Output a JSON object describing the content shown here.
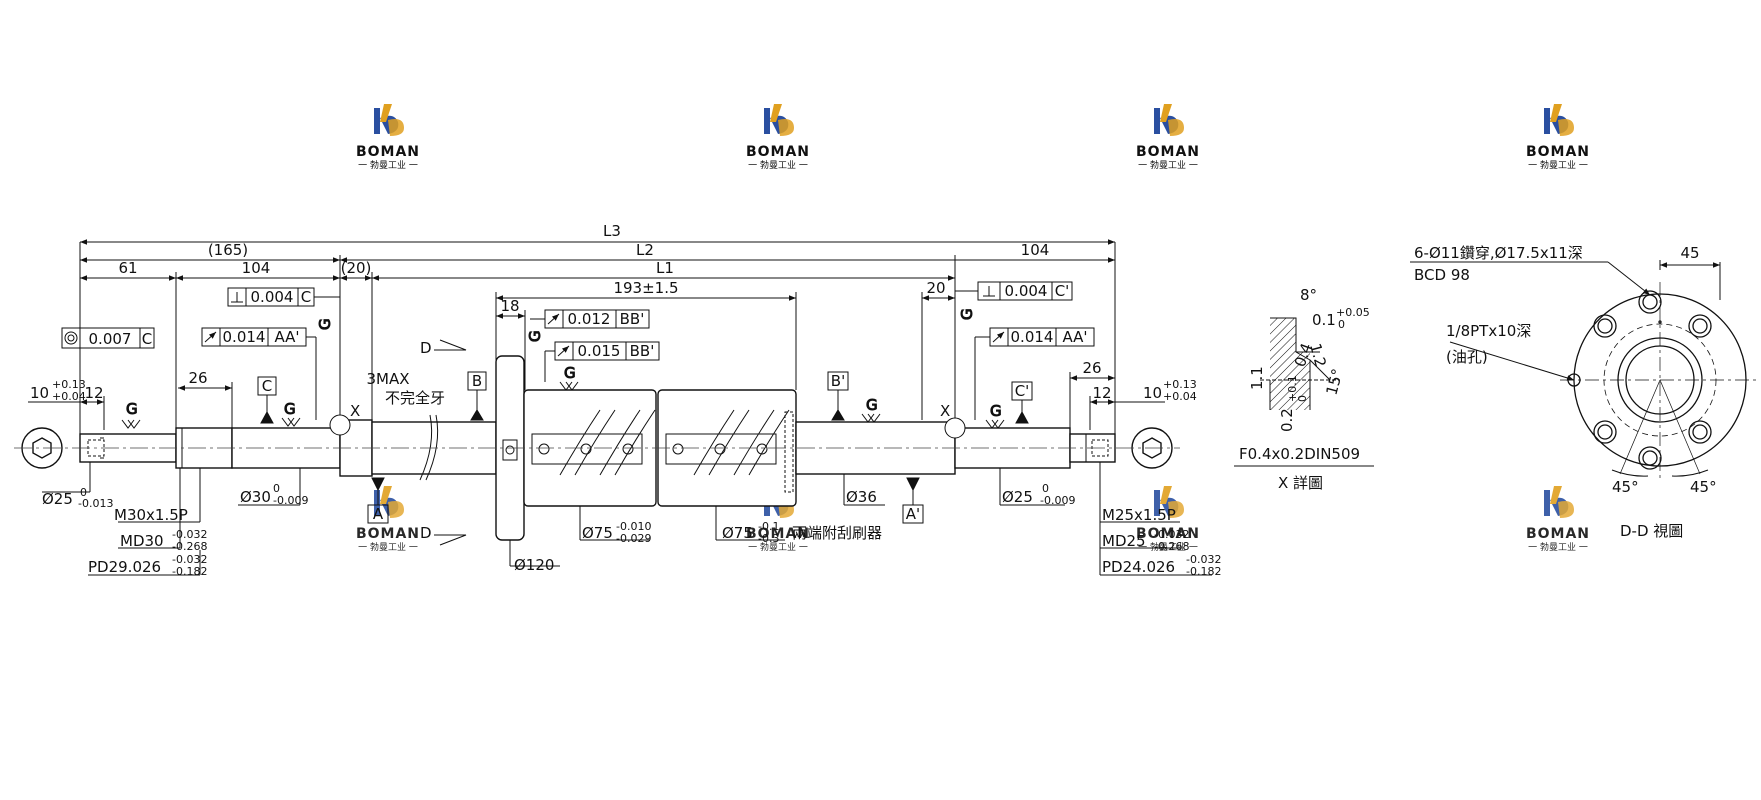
{
  "colors": {
    "line": "#111111",
    "logo_blue": "#2a4fa0",
    "logo_gold": "#e0a020",
    "center": "#444444"
  },
  "logo": {
    "word": "BOMAN",
    "sub": "一 勃曼工业 一"
  },
  "dims": {
    "L3": "L3",
    "L2": "L2",
    "L1": "L1",
    "d165": "(165)",
    "d104r": "104",
    "d61": "61",
    "d104l": "104",
    "d20l": "(20)",
    "d1931": "193±1.5",
    "d18": "18",
    "d20r": "20",
    "d26l": "26",
    "d26r": "26",
    "d12l": "12",
    "d12r": "12",
    "tol_l_main": "10",
    "tol_l_up": "+0.13",
    "tol_l_dn": "+0.04",
    "tol_r_main": "10",
    "tol_r_up": "+0.13",
    "tol_r_dn": "+0.04",
    "threemax": "3MAX",
    "incomplete": "不完全牙",
    "X": "X",
    "D": "D",
    "G": "G"
  },
  "frames": {
    "conc": {
      "val": "0.007",
      "ref": "C"
    },
    "perpL": {
      "val": "0.004",
      "ref": "C"
    },
    "runL": {
      "val": "0.014",
      "ref": "AA'"
    },
    "run1": {
      "val": "0.012",
      "ref": "BB'"
    },
    "run2": {
      "val": "0.015",
      "ref": "BB'"
    },
    "perpR": {
      "val": "0.004",
      "ref": "C'"
    },
    "runR": {
      "val": "0.014",
      "ref": "AA'"
    }
  },
  "datums": {
    "A": "A",
    "B": "B",
    "C": "C",
    "Ap": "A'",
    "Bp": "B'",
    "Cp": "C'"
  },
  "specs": {
    "d25l": "Ø25",
    "d25l_up": "0",
    "d25l_dn": "-0.013",
    "m30": "M30x1.5P",
    "md30": "MD30",
    "md30_up": "-0.032",
    "md30_dn": "-0.268",
    "pd29": "PD29.026",
    "pd29_up": "-0.032",
    "pd29_dn": "-0.182",
    "d30": "Ø30",
    "d30_up": "0",
    "d30_dn": "-0.009",
    "d120": "Ø120",
    "d75a": "Ø75",
    "d75a_up": "-0.010",
    "d75a_dn": "-0.029",
    "d75b": "Ø75",
    "d75b_up": "-0.1",
    "d75b_dn": "-0.3",
    "wiper": "兩端附刮刷器",
    "d36": "Ø36",
    "d25r": "Ø25",
    "d25r_up": "0",
    "d25r_dn": "-0.009",
    "m25": "M25x1.5P",
    "md25": "MD25",
    "md25_up": "-0.032",
    "md25_dn": "-0.268",
    "pd24": "PD24.026",
    "pd24_up": "-0.032",
    "pd24_dn": "-0.182"
  },
  "detail": {
    "ang8": "8°",
    "v01": "0.1",
    "v01_up": "+0.05",
    "v01_dn": "0",
    "v12": "1.2",
    "v04": "0.4",
    "ang15": "15°",
    "v11": "1.1",
    "v02": "0.2",
    "v02_up": "+0.1",
    "v02_dn": "0",
    "spec": "F0.4x0.2DIN509",
    "title": "X 詳圖"
  },
  "flange": {
    "holes": "6-Ø11鑽穿,Ø17.5x11深",
    "bcd": "BCD 98",
    "w45": "45",
    "oil": "1/8PTx10深",
    "oil2": "(油孔)",
    "a45l": "45°",
    "a45r": "45°",
    "title": "D-D 視圖"
  }
}
